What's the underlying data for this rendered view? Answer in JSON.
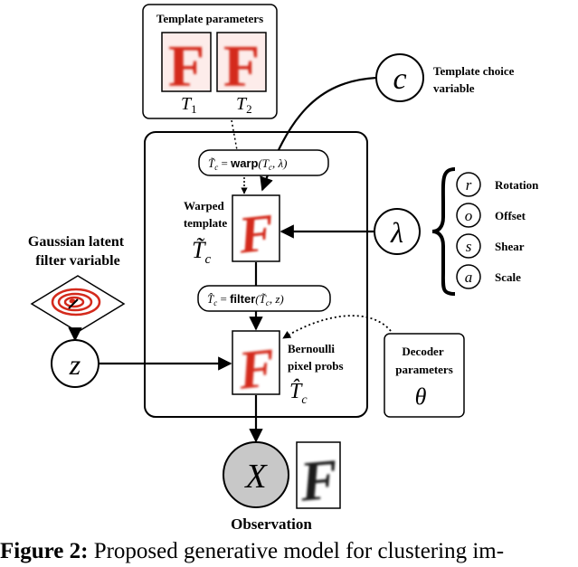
{
  "template_params": {
    "title": "Template parameters",
    "t1": "T",
    "t1_sub": "1",
    "t2": "T",
    "t2_sub": "2",
    "letter": "F"
  },
  "template_choice": {
    "symbol": "c",
    "label_line1": "Template choice",
    "label_line2": "variable"
  },
  "warp_eq": {
    "lhs": "T̃",
    "lhs_sub": "c",
    "mid": " = ",
    "fn": "warp",
    "args": "(T",
    "args_sub": "c",
    "args_end": ", λ)"
  },
  "warped_template": {
    "label_line1": "Warped",
    "label_line2": "template",
    "symbol": "T̃",
    "symbol_sub": "c",
    "letter": "F"
  },
  "lambda_node": {
    "symbol": "λ"
  },
  "transform_params": [
    {
      "symbol": "r",
      "label": "Rotation"
    },
    {
      "symbol": "o",
      "label": "Offset"
    },
    {
      "symbol": "s",
      "label": "Shear"
    },
    {
      "symbol": "a",
      "label": "Scale"
    }
  ],
  "gaussian": {
    "label_line1": "Gaussian latent",
    "label_line2": "filter variable"
  },
  "filter_eq": {
    "lhs": "T̂",
    "lhs_sub": "c",
    "mid": " = ",
    "fn": "filter",
    "args": "(T̃",
    "args_sub": "c",
    "args_end": ", z)"
  },
  "z_node": {
    "symbol": "z"
  },
  "bernoulli": {
    "label_line1": "Bernoulli",
    "label_line2": "pixel probs",
    "symbol": "T̂",
    "symbol_sub": "c",
    "letter": "F"
  },
  "decoder": {
    "label_line1": "Decoder",
    "label_line2": "parameters",
    "symbol": "θ"
  },
  "observation": {
    "symbol": "X",
    "label": "Observation",
    "letter": "F"
  },
  "caption": {
    "label": "Figure 2:",
    "text": " Proposed generative model for clustering im-"
  },
  "colors": {
    "template_red": "#d42a1c",
    "observed_fill": "#c8c8c8"
  }
}
